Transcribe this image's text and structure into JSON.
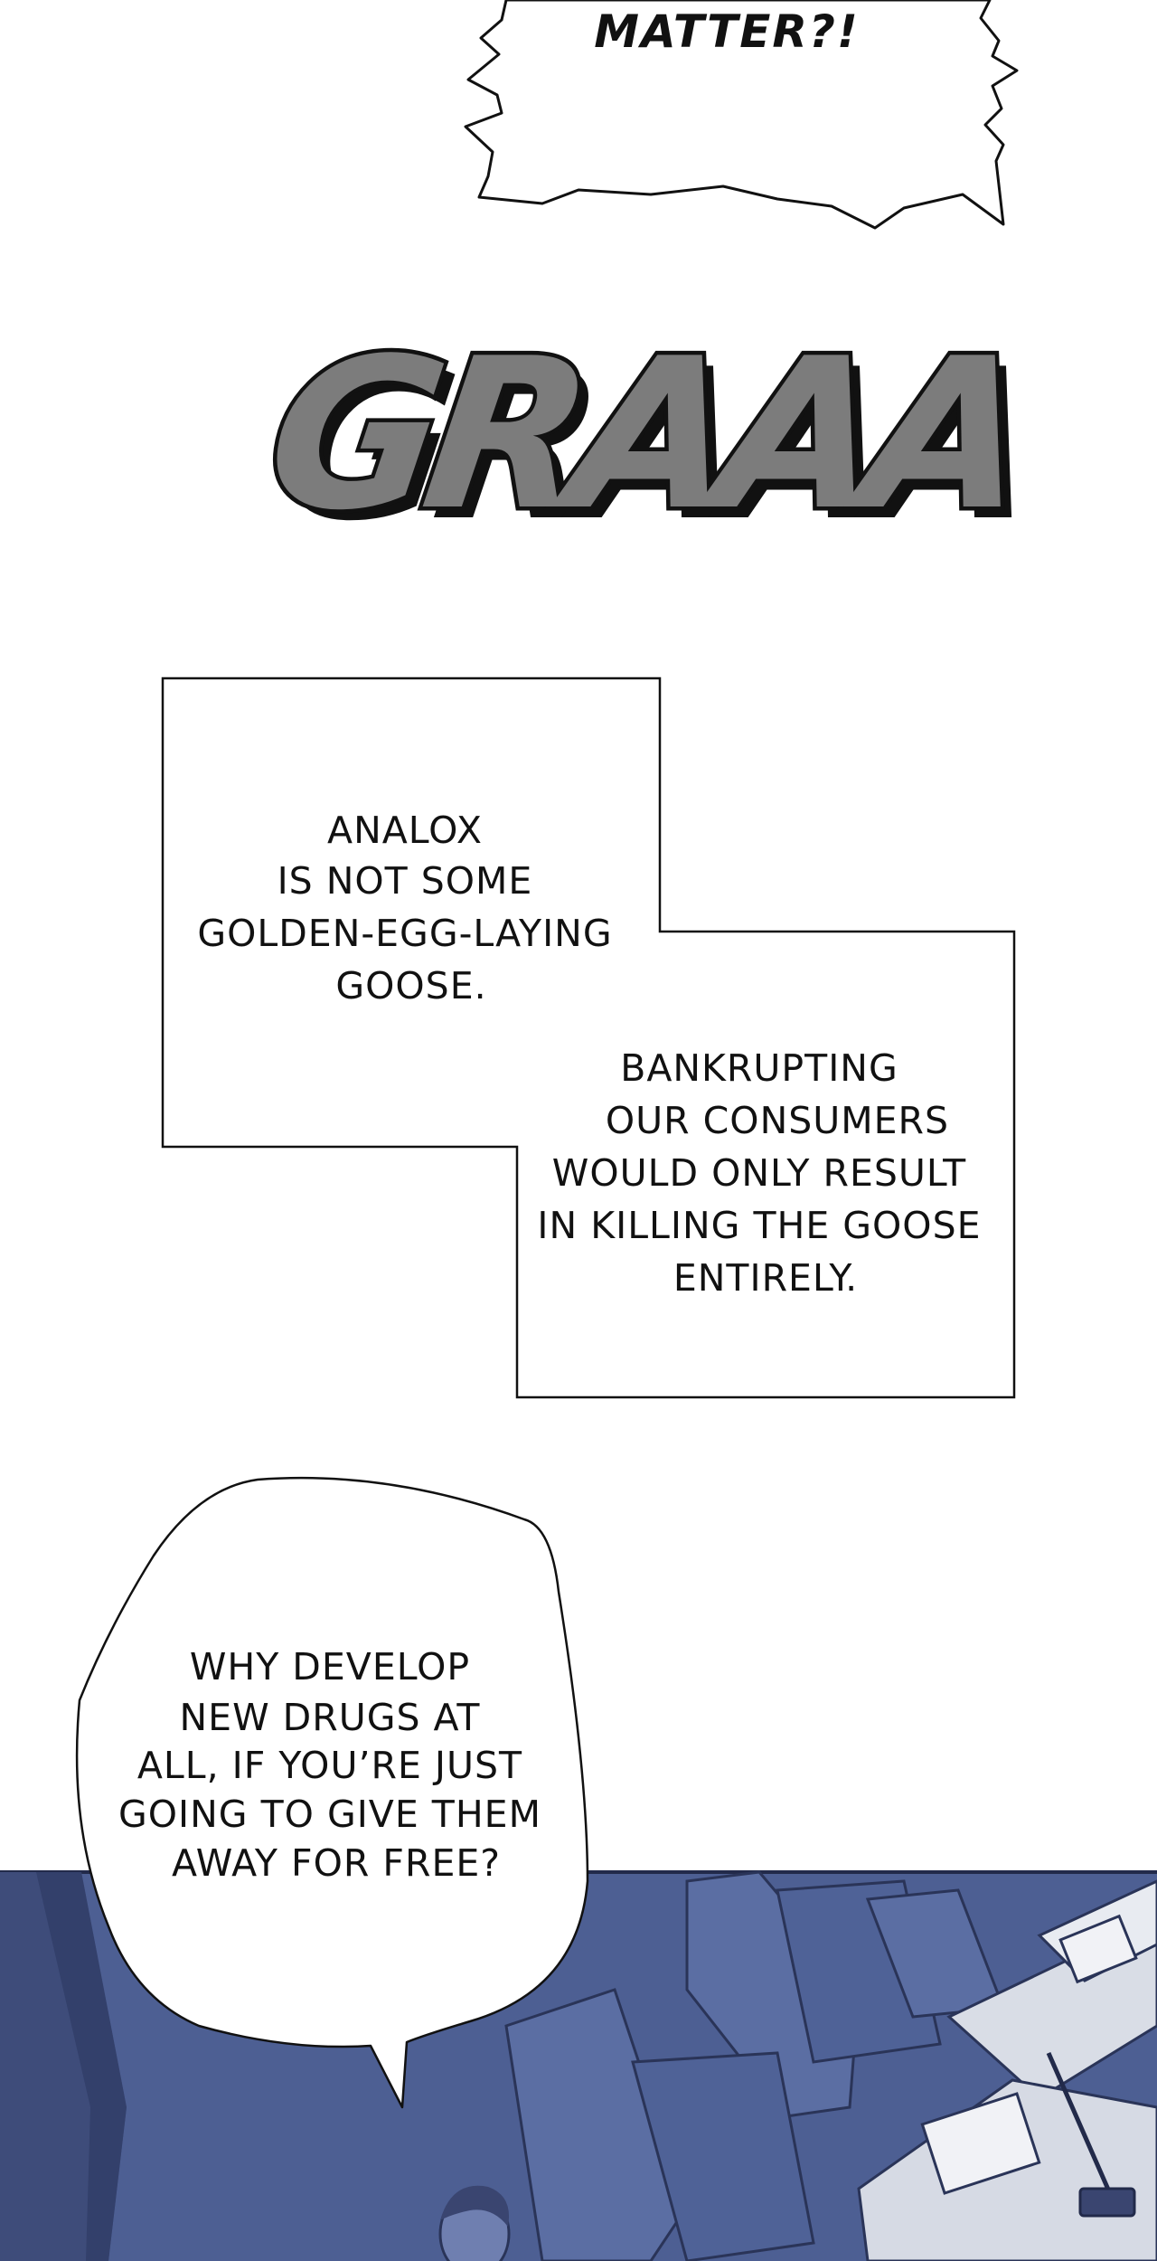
{
  "panels": {
    "shout_bubble": {
      "text": "MATTER?!"
    },
    "sound_effect": {
      "text": "GRAAA"
    },
    "caption_top": {
      "lines": [
        "ANALOX",
        "IS NOT SOME",
        "GOLDEN-EGG-LAYING",
        "GOOSE."
      ]
    },
    "caption_bottom": {
      "lines": [
        "BANKRUPTING",
        "OUR CONSUMERS",
        "WOULD ONLY RESULT",
        "IN KILLING THE GOOSE",
        "ENTIRELY."
      ]
    },
    "speech_bubble": {
      "lines": [
        "WHY DEVELOP",
        "NEW DRUGS AT",
        "ALL, IF YOU’RE JUST",
        "GOING TO GIVE THEM",
        "AWAY FOR FREE?"
      ]
    }
  },
  "colors": {
    "background": "#ffffff",
    "ink": "#111111",
    "sfx_fill": "#7c7c7c",
    "scene_blue": "#4d5f93",
    "scene_dark": "#34416d"
  }
}
